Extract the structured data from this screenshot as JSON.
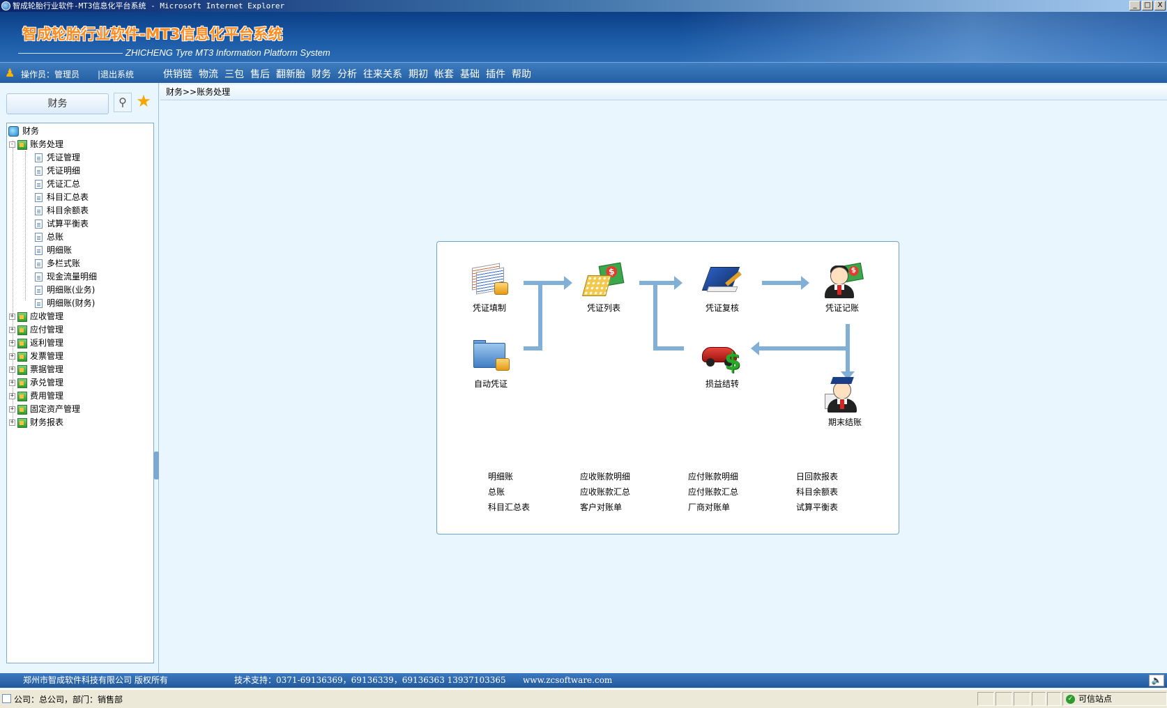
{
  "window": {
    "title": "智成轮胎行业软件-MT3信息化平台系统 - Microsoft Internet Explorer",
    "min_label": "_",
    "max_label": "□",
    "close_label": "X"
  },
  "banner": {
    "title": "智成轮胎行业软件-MT3信息化平台系统",
    "subtitle": "ZHICHENG Tyre  MT3 Information Platform System"
  },
  "navbar": {
    "operator": "操作员：管理员",
    "logout": "|退出系统",
    "menu": [
      "供销链",
      "物流",
      "三包",
      "售后",
      "翻新胎",
      "财务",
      "分析",
      "往来关系",
      "期初",
      "帐套",
      "基础",
      "插件",
      "帮助"
    ]
  },
  "sidebar": {
    "tab_label": "财务",
    "root": "财务",
    "group_open": {
      "label": "账务处理",
      "children": [
        "凭证管理",
        "凭证明细",
        "凭证汇总",
        "科目汇总表",
        "科目余额表",
        "试算平衡表",
        "总账",
        "明细账",
        "多栏式账",
        "现金流量明细",
        "明细账(业务)",
        "明细账(财务)"
      ]
    },
    "groups_closed": [
      "应收管理",
      "应付管理",
      "返利管理",
      "发票管理",
      "票据管理",
      "承兑管理",
      "费用管理",
      "固定资产管理",
      "财务报表"
    ]
  },
  "breadcrumb": "财务>>账务处理",
  "flow": {
    "nodes": {
      "voucher_entry": "凭证填制",
      "voucher_list": "凭证列表",
      "voucher_review": "凭证复核",
      "voucher_post": "凭证记账",
      "auto_voucher": "自动凭证",
      "pl_transfer": "损益结转",
      "period_close": "期末结账"
    },
    "links": {
      "col1": [
        "明细账",
        "总账",
        "科目汇总表"
      ],
      "col2": [
        "应收账款明细",
        "应收账款汇总",
        "客户对账单"
      ],
      "col3": [
        "应付账款明细",
        "应付账款汇总",
        "厂商对账单"
      ],
      "col4": [
        "日回款报表",
        "科目余额表",
        "试算平衡表"
      ]
    },
    "arrow_color": "#82afd6"
  },
  "footer": {
    "company": "郑州市智成软件科技有限公司  版权所有",
    "support": "技术支持：0371-69136369，69136339，69136363  13937103365",
    "website": "www.zcsoftware.com"
  },
  "statusbar": {
    "text": "公司：总公司，部门：销售部",
    "zone": "可信站点"
  }
}
